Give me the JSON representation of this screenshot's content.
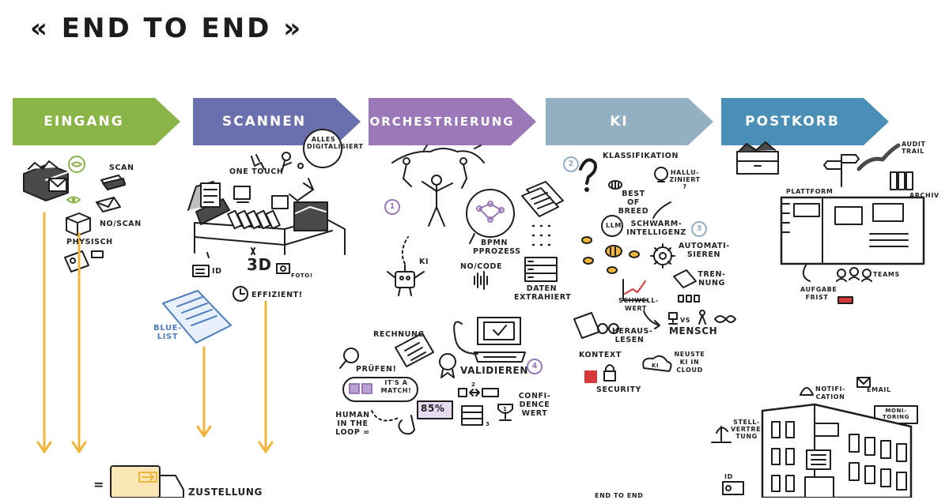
{
  "title": {
    "subtitle": "« END TO END »"
  },
  "colors": {
    "eingang": "#8ab446",
    "scannen": "#6a6fad",
    "orchestrierung": "#9b79b8",
    "ki": "#93b0c2",
    "postkorb": "#4a90b6",
    "arrow_orange": "#f2b63c",
    "ink": "#1e1e1e",
    "accent_purple": "#b9a3d2",
    "accent_green": "#8ab446",
    "accent_blue": "#4d7cc0",
    "accent_red": "#d9383a"
  },
  "stages": [
    {
      "id": "eingang",
      "label": "EINGANG"
    },
    {
      "id": "scannen",
      "label": "SCANNEN"
    },
    {
      "id": "orchestrierung",
      "label": "ORCHESTRIERUNG"
    },
    {
      "id": "ki",
      "label": "KI"
    },
    {
      "id": "postkorb",
      "label": "POSTKORB"
    }
  ],
  "eingang": {
    "scan": "SCAN",
    "noscan": "NO/SCAN",
    "physisch": "PHYSISCH",
    "zustellung": "ZUSTELLUNG",
    "equals": "="
  },
  "scannen": {
    "one_touch": "ONE TOUCH",
    "bubble": "ALLES DIGITALISIERT",
    "id": "ID",
    "three_d": "3D",
    "foto": "FOTO!",
    "effizient": "EFFIZIENT!",
    "blue_list": "BLUE-LIST"
  },
  "orchestrierung": {
    "badge_1": "1",
    "ki": "KI",
    "bpmn": "BPMN PPROZESS",
    "nocode": "NO/CODE",
    "daten": "DATEN EXTRAHIERT",
    "rechnung": "RECHNUNG",
    "pruefen": "PRÜFEN!",
    "match": "IT'S A MATCH!",
    "validieren": "VALIDIEREN",
    "badge_4": "4",
    "human": "HUMAN IN THE LOOP ∞",
    "pct": "85%",
    "n1": "1",
    "n2": "2",
    "n3": "3",
    "confidence": "CONFI-DENCE WERT"
  },
  "ki": {
    "badge_2": "2",
    "klassifikation": "KLASSIFIKATION",
    "halluziniert": "HALLU-ZINIERT ?",
    "best_of_breed": "BEST OF BREED",
    "llm": "LLM",
    "schwarm": "SCHWARM-INTELLIGENZ",
    "badge_3": "3",
    "automatisieren": "AUTOMATI-SIEREN",
    "trennung": "TREN-NUNG",
    "schwellwert": "SCHWELL-WERT",
    "vs": "VS",
    "mensch": "MENSCH",
    "herauslesen": "HERAUS-LESEN",
    "kontext": "KONTEXT",
    "neuste_ki": "NEUSTE KI IN CLOUD",
    "ki_icon": "KI",
    "security": "SECURITY",
    "end_to_end": "END TO END"
  },
  "postkorb": {
    "audit": "AUDIT TRAIL",
    "archiv": "ARCHIV",
    "plattform": "PLATTFORM",
    "teams": "TEAMS",
    "aufgabe": "AUFGABE FRIST",
    "notification": "NOTIFI-CATION",
    "email": "EMAIL",
    "monitoring": "MONI-TORING",
    "stellvertretung": "STELL-VERTRE-TUNG",
    "id": "ID"
  }
}
